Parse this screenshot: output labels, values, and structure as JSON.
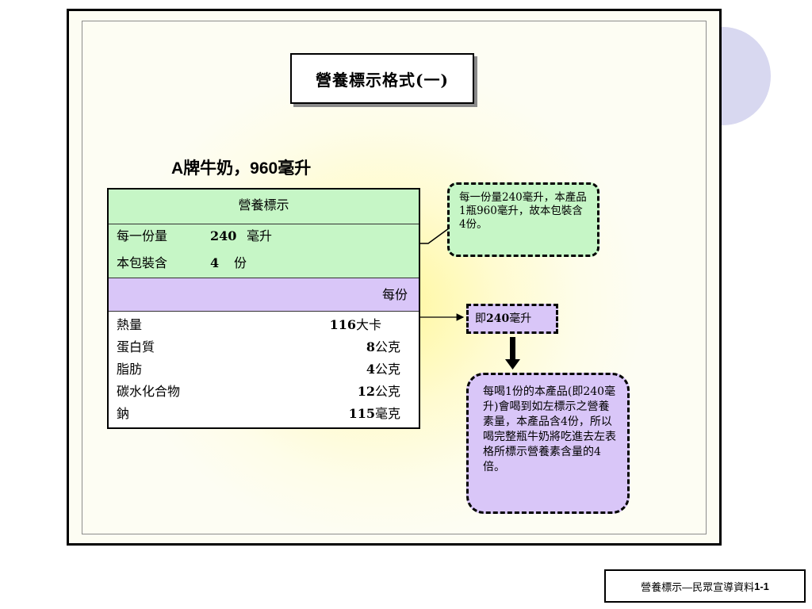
{
  "slide": {
    "title": "營養標示格式(一)",
    "product_name": "A牌牛奶，960毫升"
  },
  "nutrition_label": {
    "header": "營養標示",
    "serving_size": {
      "label": "每一份量",
      "value": "240",
      "unit": "毫升"
    },
    "servings_per_package": {
      "label": "本包裝含",
      "value": "4",
      "unit": "份"
    },
    "per_serving_header": "每份",
    "nutrients": [
      {
        "name": "熱量",
        "value": "116",
        "unit": "大卡"
      },
      {
        "name": "蛋白質",
        "value": "8",
        "unit": "公克"
      },
      {
        "name": "脂肪",
        "value": "4",
        "unit": "公克"
      },
      {
        "name": "碳水化合物",
        "value": "12",
        "unit": "公克"
      },
      {
        "name": "鈉",
        "value": "115",
        "unit": "毫克"
      }
    ]
  },
  "callouts": {
    "serving_note": "每一份量240毫升，本產品1瓶960毫升，故本包裝含4份。",
    "per_serving_note_prefix": "即",
    "per_serving_note_value": "240",
    "per_serving_note_unit": "毫升",
    "explanation": "每喝1份的本產品(即240毫升)會喝到如左標示之營養素量，本產品含4份，所以喝完整瓶牛奶將吃進去左表格所標示營養素含量的4倍。"
  },
  "footer": {
    "text": "營養標示—民眾宣導資料",
    "number": "1-1"
  },
  "colors": {
    "label_green": "#c6f6c6",
    "label_purple": "#d9c6f8",
    "decor_circle": "#d8d8f0",
    "slide_background": "#fdfdf3",
    "glow_yellow": "#fff79a"
  }
}
